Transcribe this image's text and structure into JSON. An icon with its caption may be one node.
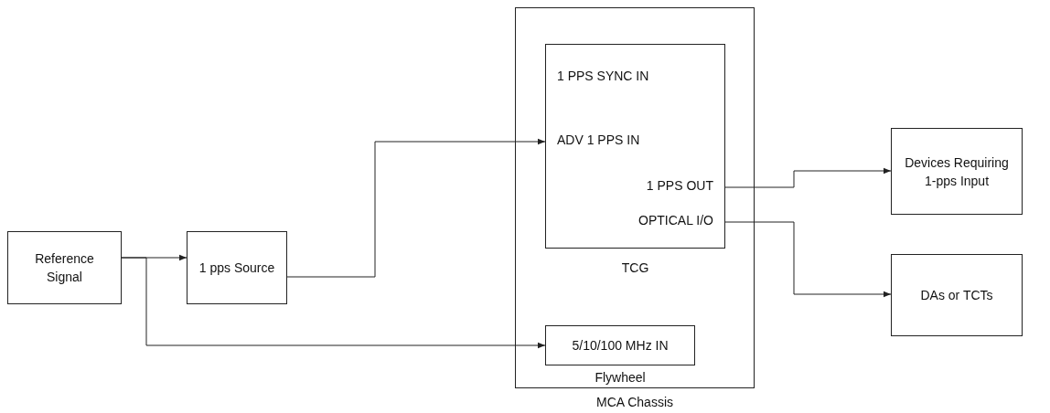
{
  "diagram": {
    "nodes": [
      {
        "text": [
          "MCA Chassis"
        ]
      },
      {
        "text": [
          "1 PPS SYNC IN",
          "ADV 1 PPS IN",
          "1 PPS OUT",
          "OPTICAL I/O",
          "TCG"
        ],
        "in": 0
      },
      {
        "text": [
          "5/10/100 MHz IN",
          "Flywheel"
        ],
        "in": 0
      },
      {
        "text": [
          "Reference Signal"
        ]
      },
      {
        "text": [
          "1 pps Source"
        ]
      },
      {
        "text": [
          "Devices Requiring 1-pps Input"
        ]
      },
      {
        "text": [
          "DAs or TCTs"
        ]
      }
    ],
    "edges": [
      {
        "from": 3,
        "to": 4,
        "arrow": "to"
      },
      {
        "from": 3,
        "to": 2,
        "arrow": "to"
      },
      {
        "from": 4,
        "to": 1,
        "arrow": "to"
      },
      {
        "from": 1,
        "to": 5,
        "arrow": "to"
      },
      {
        "from": 1,
        "to": 6,
        "arrow": "to"
      }
    ]
  }
}
